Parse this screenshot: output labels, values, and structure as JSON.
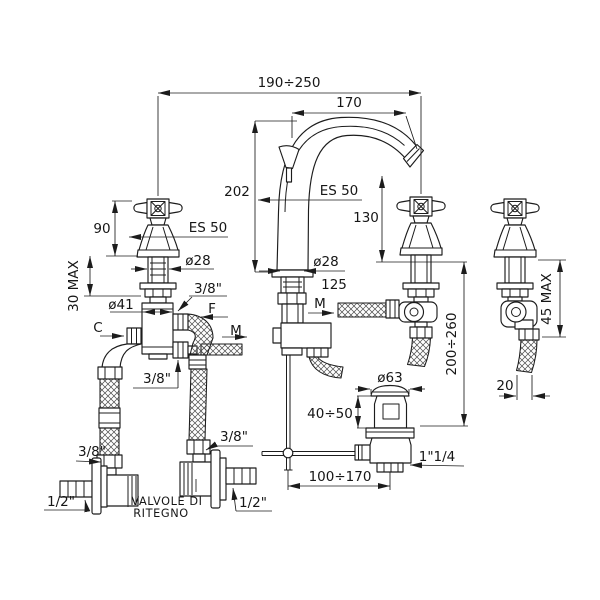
{
  "colors": {
    "line": "#1c1c1c",
    "background": "#ffffff"
  },
  "labels": {
    "total_span": "190÷250",
    "spout_reach": "170",
    "spout_height": "202",
    "spout_hex": "ES 50",
    "outlet_height": "130",
    "spout_dia": "ø28",
    "tail_length": "125",
    "mixed_center": "M",
    "handle_height": "90",
    "handle_hex": "ES 50",
    "handle_dia": "ø28",
    "deck_max_left": "30 MAX",
    "body_dia": "ø41",
    "hot_inlet": "C",
    "cold_inlet": "F",
    "mixed_left": "M",
    "conn_top": "3/8\"",
    "conn_bottom": "3/8\"",
    "conn_hose_left": "3/8\"",
    "conn_hose_right": "3/8\"",
    "wall_conn_left": "1/2\"",
    "wall_conn_right": "1/2\"",
    "check_valves_line1": "VALVOLE DI",
    "check_valves_line2": "RITEGNO",
    "drain_dia": "ø63",
    "plug_travel": "40÷50",
    "drain_thread": "1\"1/4",
    "rod_span": "100÷170",
    "hose_length": "200÷260",
    "deck_max_right": "45 MAX",
    "hose_offset": "20"
  }
}
